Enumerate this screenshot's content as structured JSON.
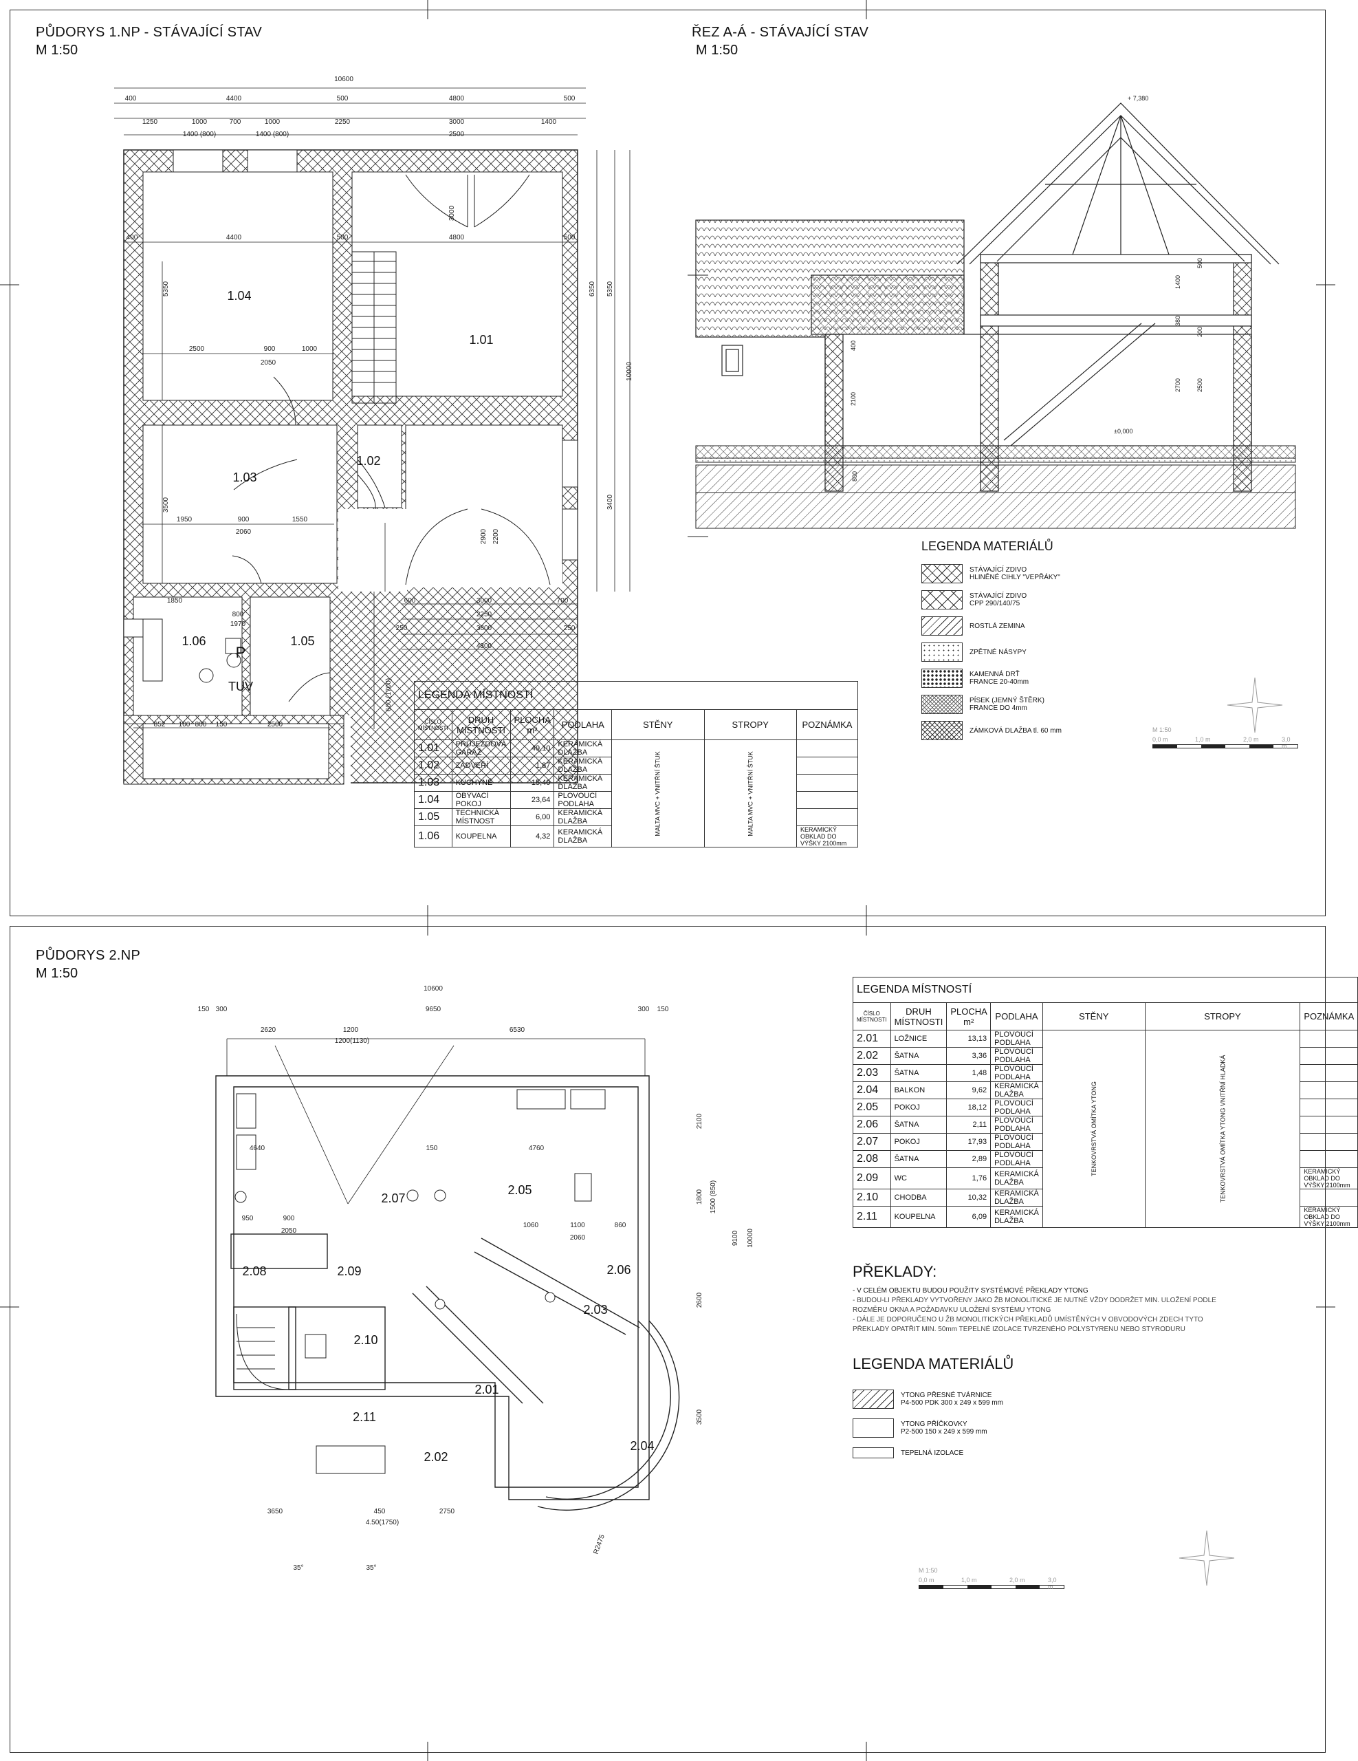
{
  "sheet1": {
    "plan_title": "PŮDORYS 1.NP - STÁVAJÍCÍ STAV",
    "plan_scale": "M 1:50",
    "section_title": "ŘEZ A-Á - STÁVAJÍCÍ STAV",
    "section_scale": "M 1:50",
    "rooms": [
      {
        "code": "1.04"
      },
      {
        "code": "1.01"
      },
      {
        "code": "1.03"
      },
      {
        "code": "1.02"
      },
      {
        "code": "1.06"
      },
      {
        "code": "1.05"
      },
      {
        "code": "P"
      },
      {
        "code": "TUV"
      }
    ],
    "dims": {
      "total": "10600",
      "d1": "4400",
      "d2": "500",
      "d3": "4800",
      "d4": "400",
      "d5": "500",
      "w1": "1250",
      "w2": "1000",
      "w3": "700",
      "w4": "1000",
      "w5": "2250",
      "w6": "3000",
      "w7": "1400",
      "win1": "1400 (800)",
      "win2": "1400 (800)",
      "gate": "2500",
      "h_total": "10000",
      "v1": "5350",
      "v2": "6350",
      "v3": "3500",
      "v4": "3400",
      "b1": "2500",
      "b2": "900",
      "b3": "1000",
      "b4": "2050",
      "c1": "1950",
      "c2": "900",
      "c3": "1550",
      "c4": "2060",
      "e1": "1850",
      "e2": "800",
      "e3": "1970",
      "f1": "852",
      "f2": "100",
      "f3": "800",
      "f4": "150",
      "f5": "2500",
      "g1": "3000",
      "g2": "2250",
      "g3": "3800",
      "g4": "4300",
      "g5": "600",
      "g6": "700",
      "g7": "250",
      "door": "800",
      "door_h": "1970",
      "garage_gate": "2900",
      "garage_h": "2200",
      "side": "600 (1700)"
    },
    "rooms_legend": {
      "title": "LEGENDA MÍSTNOSTÍ",
      "headers": [
        "ČÍSLO MÍSTNOSTI",
        "DRUH MÍSTNOSTI",
        "PLOCHA m²",
        "PODLAHA",
        "STĚNY",
        "STROPY",
        "POZNÁMKA"
      ],
      "rows": [
        [
          "1.01",
          "PRŮJEZDOVÁ GARÁŽ",
          "49,10",
          "KERAMICKÁ DLAŽBA",
          ""
        ],
        [
          "1.02",
          "ZÁDVEŘÍ",
          "1,87",
          "KERAMICKÁ DLAŽBA",
          ""
        ],
        [
          "1.03",
          "KUCHYNĚ",
          "15,40",
          "KERAMICKÁ DLAŽBA",
          ""
        ],
        [
          "1.04",
          "OBÝVACÍ POKOJ",
          "23,64",
          "PLOVOUCÍ PODLAHA",
          ""
        ],
        [
          "1.05",
          "TECHNICKÁ MÍSTNOST",
          "6,00",
          "KERAMICKÁ DLAŽBA",
          ""
        ],
        [
          "1.06",
          "KOUPELNA",
          "4,32",
          "KERAMICKÁ DLAŽBA",
          "KERAMICKÝ OBKLAD DO VÝŠKY 2100mm"
        ]
      ],
      "walls_note": "MALTA MVC + VNITŘNÍ ŠTUK",
      "ceil_note": "MALTA MVC + VNITŘNÍ ŠTUK"
    },
    "materials_legend": {
      "title": "LEGENDA MATERIÁLŮ",
      "items": [
        {
          "l1": "STÁVAJÍCÍ ZDIVO",
          "l2": "HLINĚNÉ CIHLY \"VEPŘÁKY\""
        },
        {
          "l1": "STÁVAJÍCÍ ZDIVO",
          "l2": "CPP 290/140/75"
        },
        {
          "l1": "ROSTLÁ ZEMINA",
          "l2": ""
        },
        {
          "l1": "ZPĚTNÉ NÁSYPY",
          "l2": ""
        },
        {
          "l1": "KAMENNÁ DRŤ",
          "l2": "FRANCE 20-40mm"
        },
        {
          "l1": "PÍSEK (JEMNÝ ŠTĚRK)",
          "l2": "FRANCE DO 4mm"
        },
        {
          "l1": "ZÁMKOVÁ DLAŽBA tl. 60 mm",
          "l2": ""
        }
      ]
    },
    "section_labels": {
      "top": "+ 7,380",
      "zero": "±0,000",
      "a": "400",
      "b": "2100",
      "c": "1400",
      "d": "2700",
      "e": "2500",
      "f": "500",
      "g": "200",
      "h": "380",
      "i": "800"
    },
    "scale_bar": {
      "label": "M 1:50",
      "t0": "0,0 m",
      "t1": "1,0 m",
      "t2": "2,0 m",
      "t3": "3,0 m"
    }
  },
  "sheet2": {
    "plan_title": "PŮDORYS 2.NP",
    "plan_scale": "M 1:50",
    "rooms": [
      {
        "code": "2.07"
      },
      {
        "code": "2.05"
      },
      {
        "code": "2.08"
      },
      {
        "code": "2.09"
      },
      {
        "code": "2.06"
      },
      {
        "code": "2.03"
      },
      {
        "code": "2.10"
      },
      {
        "code": "2.01"
      },
      {
        "code": "2.11"
      },
      {
        "code": "2.02"
      },
      {
        "code": "2.04"
      }
    ],
    "dims": {
      "total": "10600",
      "a1": "150",
      "a2": "300",
      "a3": "9650",
      "a4": "300",
      "a5": "150",
      "b1": "2620",
      "b2": "1200",
      "b3": "6530",
      "b4": "1200(1130)",
      "c1": "4640",
      "c2": "150",
      "c3": "4760",
      "c4": "3500",
      "d1": "950",
      "d2": "900",
      "d3": "2050",
      "d4": "1060",
      "d5": "1100",
      "d6": "860",
      "d7": "2060",
      "e1": "3650",
      "e2": "450",
      "e3": "2750",
      "e4": "4.50(1750)",
      "v1": "10000",
      "v2": "9100",
      "v3": "2100",
      "v4": "1800",
      "v5": "1500 (850)",
      "v6": "2600",
      "v7": "3500",
      "r1": "R2475",
      "angle": "35°"
    },
    "rooms_legend": {
      "title": "LEGENDA MÍSTNOSTÍ",
      "headers": [
        "ČÍSLO MÍSTNOSTI",
        "DRUH MÍSTNOSTI",
        "PLOCHA m²",
        "PODLAHA",
        "STĚNY",
        "STROPY",
        "POZNÁMKA"
      ],
      "rows": [
        [
          "2.01",
          "LOŽNICE",
          "13,13",
          "PLOVOUCÍ PODLAHA",
          ""
        ],
        [
          "2.02",
          "ŠATNA",
          "3,36",
          "PLOVOUCÍ PODLAHA",
          ""
        ],
        [
          "2.03",
          "ŠATNA",
          "1,48",
          "PLOVOUCÍ PODLAHA",
          ""
        ],
        [
          "2.04",
          "BALKON",
          "9,62",
          "KERAMICKÁ DLAŽBA",
          ""
        ],
        [
          "2.05",
          "POKOJ",
          "18,12",
          "PLOVOUCÍ PODLAHA",
          ""
        ],
        [
          "2.06",
          "ŠATNA",
          "2,11",
          "PLOVOUCÍ PODLAHA",
          ""
        ],
        [
          "2.07",
          "POKOJ",
          "17,93",
          "PLOVOUCÍ PODLAHA",
          ""
        ],
        [
          "2.08",
          "ŠATNA",
          "2,89",
          "PLOVOUCÍ PODLAHA",
          ""
        ],
        [
          "2.09",
          "WC",
          "1,76",
          "KERAMICKÁ DLAŽBA",
          "KERAMICKÝ OBKLAD DO VÝŠKY 2100mm"
        ],
        [
          "2.10",
          "CHODBA",
          "10,32",
          "KERAMICKÁ DLAŽBA",
          ""
        ],
        [
          "2.11",
          "KOUPELNA",
          "6,09",
          "KERAMICKÁ DLAŽBA",
          "KERAMICKÝ OBKLAD DO VÝŠKY 2100mm"
        ]
      ],
      "walls_note": "TENKOVRSTVÁ OMÍTKA YTONG",
      "ceil_note": "TENKOVRSTVÁ OMÍTKA YTONG VNITŘNÍ HLADKÁ"
    },
    "lintels": {
      "title": "PŘEKLADY:",
      "lines": [
        "- V CELÉM OBJEKTU BUDOU POUŽITY SYSTÉMOVÉ PŘEKLADY YTONG",
        "- BUDOU-LI PŘEKLADY VYTVOŘENY JAKO ŽB MONOLITICKÉ JE NUTNÉ VŽDY DODRŽET MIN. ULOŽENÍ PODLE",
        "  ROZMĚRU OKNA A POŽADAVKU ULOŽENÍ SYSTÉMU YTONG",
        "- DÁLE JE DOPORUČENO U ŽB MONOLITICKÝCH PŘEKLADŮ UMÍSTĚNÝCH V OBVODOVÝCH ZDECH TYTO",
        "  PŘEKLADY OPATŘIT MIN. 50mm TEPELNÉ IZOLACE TVRZENÉHO POLYSTYRENU NEBO STYRODURU"
      ]
    },
    "materials_legend": {
      "title": "LEGENDA MATERIÁLŮ",
      "items": [
        {
          "l1": "YTONG PŘESNÉ TVÁRNICE",
          "l2": "P4-500 PDK 300 x 249 x 599 mm"
        },
        {
          "l1": "YTONG PŘÍČKOVKY",
          "l2": "P2-500 150 x 249 x 599 mm"
        },
        {
          "l1": "TEPELNÁ IZOLACE",
          "l2": ""
        }
      ]
    },
    "scale_bar": {
      "label": "M 1:50",
      "t0": "0,0 m",
      "t1": "1,0 m",
      "t2": "2,0 m",
      "t3": "3,0 m"
    }
  }
}
